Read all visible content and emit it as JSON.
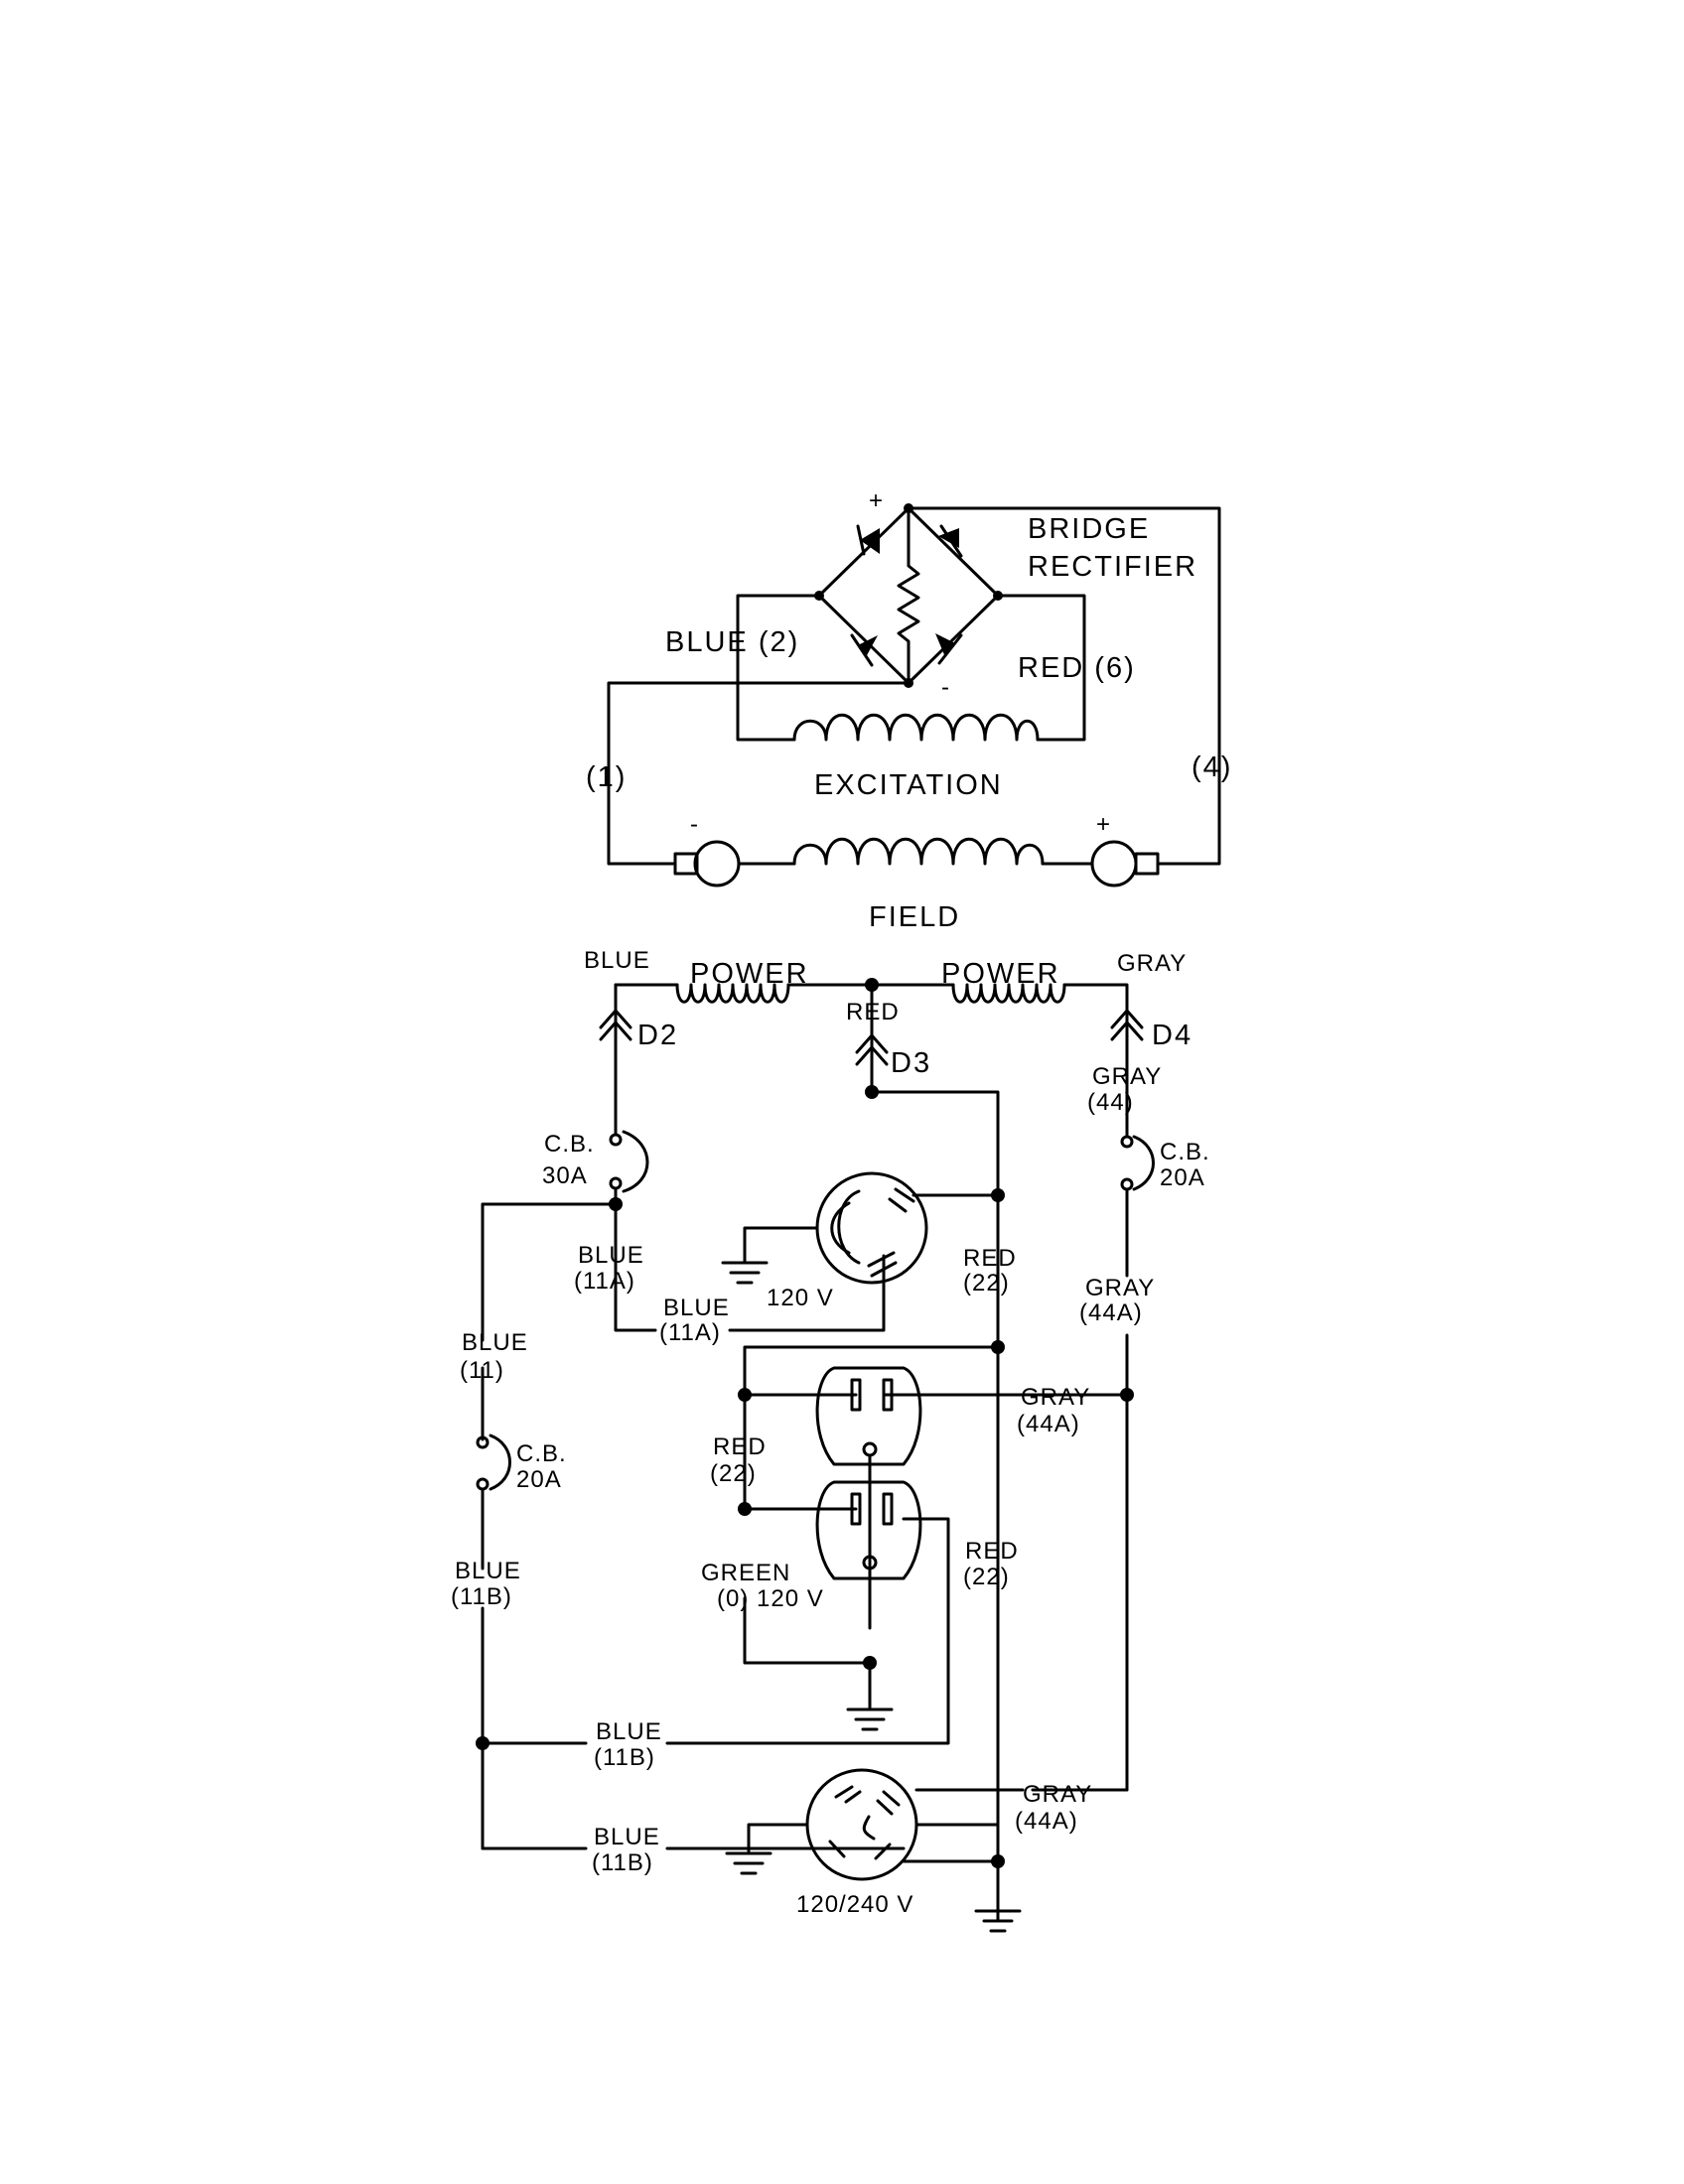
{
  "labels": {
    "bridge": "BRIDGE",
    "rectifier": "RECTIFIER",
    "plus_top": "+",
    "minus_bottom": "-",
    "blue2": "BLUE (2)",
    "red6": "RED (6)",
    "w1": "(1)",
    "w4": "(4)",
    "excitation": "EXCITATION",
    "field": "FIELD",
    "field_minus": "-",
    "field_plus": "+",
    "blue_top": "BLUE",
    "power1": "POWER",
    "power2": "POWER",
    "gray_top": "GRAY",
    "red_top": "RED",
    "d2": "D2",
    "d3": "D3",
    "d4": "D4",
    "gray44_a": "GRAY",
    "gray44_b": "(44)",
    "cb30_a": "C.B.",
    "cb30_b": "30A",
    "cb20r_a": "C.B.",
    "cb20r_b": "20A",
    "blue11a1_a": "BLUE",
    "blue11a1_b": "(11A)",
    "blue11a2_a": "BLUE",
    "blue11a2_b": "(11A)",
    "v120_top": "120 V",
    "red22_1a": "RED",
    "red22_1b": "(22)",
    "gray44a1_a": "GRAY",
    "gray44a1_b": "(44A)",
    "blue11_a": "BLUE",
    "blue11_b": "(11)",
    "cb20l_a": "C.B.",
    "cb20l_b": "20A",
    "gray44a2_a": "GRAY",
    "gray44a2_b": "(44A)",
    "red22_2a": "RED",
    "red22_2b": "(22)",
    "blue11b1_a": "BLUE",
    "blue11b1_b": "(11B)",
    "green_a": "GREEN",
    "green_b": "(0) 120 V",
    "red22_3a": "RED",
    "red22_3b": "(22)",
    "blue11b2_a": "BLUE",
    "blue11b2_b": "(11B)",
    "gray44a3_a": "GRAY",
    "gray44a3_b": "(44A)",
    "blue11b3_a": "BLUE",
    "blue11b3_b": "(11B)",
    "v120240": "120/240 V"
  }
}
